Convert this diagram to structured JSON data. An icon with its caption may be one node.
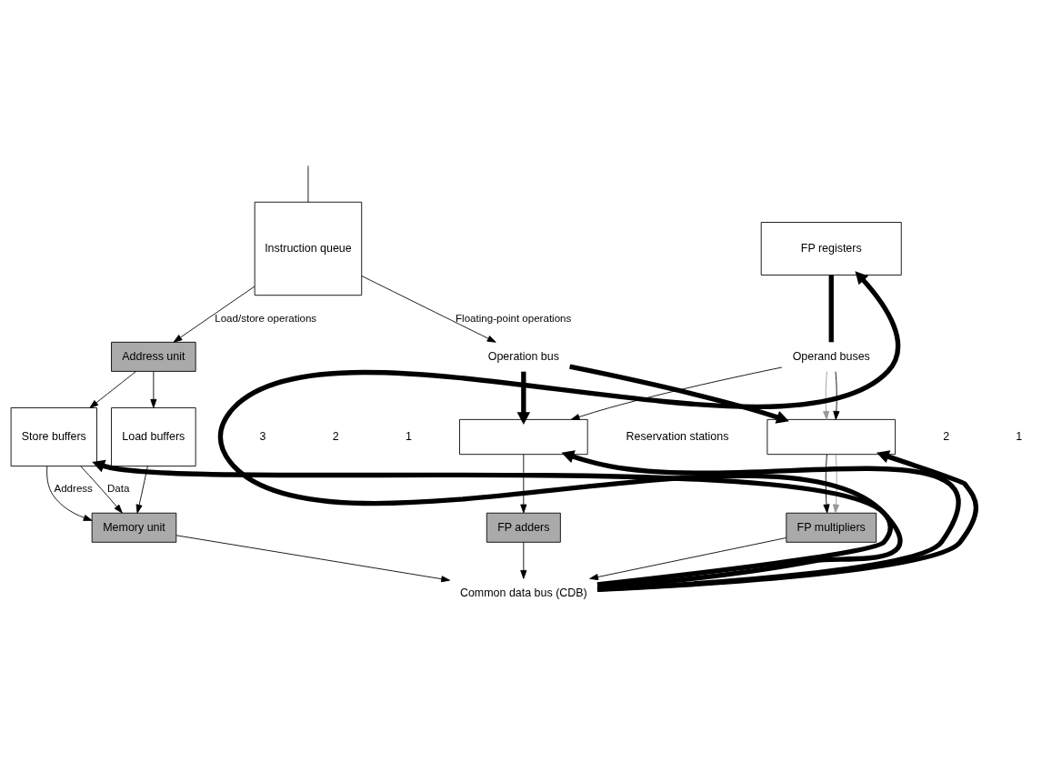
{
  "diagram": {
    "nodes": [
      {
        "text": [
          "Instruction queue"
        ]
      },
      {
        "text": [
          "FP registers"
        ]
      },
      {
        "text": [
          "Address unit"
        ]
      },
      {
        "text": [
          "Store buffers"
        ]
      },
      {
        "text": [
          "Load buffers"
        ]
      },
      {
        "text": [
          "Memory unit"
        ]
      },
      {
        "text": [
          "Operation bus"
        ]
      },
      {
        "text": [
          "Operand buses"
        ]
      },
      {
        "text": [],
        "shape": "box"
      },
      {
        "text": [],
        "shape": "box"
      },
      {
        "text": [
          "FP adders"
        ]
      },
      {
        "text": [
          "FP multipliers"
        ]
      },
      {
        "text": [
          "Common data bus (CDB)"
        ]
      }
    ],
    "edges": [
      {
        "from": null,
        "to": 0,
        "arrow": "none"
      },
      {
        "from": 0,
        "to": 2,
        "arrow": "to",
        "label": "Load/store operations"
      },
      {
        "from": 0,
        "to": 6,
        "arrow": "to",
        "label": "Floating-point operations"
      },
      {
        "from": 2,
        "to": 3,
        "arrow": "to"
      },
      {
        "from": 2,
        "to": 4,
        "arrow": "to"
      },
      {
        "from": 1,
        "to": 7,
        "arrow": "none",
        "style": "thick"
      },
      {
        "from": 6,
        "to": 8,
        "arrow": "to",
        "style": "thick"
      },
      {
        "from": 6,
        "to": 9,
        "arrow": "to",
        "style": "thick"
      },
      {
        "from": 7,
        "to": 8,
        "arrow": "to"
      },
      {
        "from": 7,
        "to": 9,
        "arrow": "to",
        "color": "#999999"
      },
      {
        "from": 7,
        "to": 9,
        "arrow": "to"
      },
      {
        "from": 3,
        "to": 5,
        "arrow": "to",
        "label": "Data"
      },
      {
        "from": 3,
        "to": 5,
        "arrow": "to",
        "label": "Address"
      },
      {
        "from": 4,
        "to": 5,
        "arrow": "to"
      },
      {
        "from": 8,
        "to": 10,
        "arrow": "to"
      },
      {
        "from": 9,
        "to": 11,
        "arrow": "to"
      },
      {
        "from": 9,
        "to": 11,
        "arrow": "to",
        "color": "#999999"
      },
      {
        "from": 5,
        "to": 12,
        "arrow": "to"
      },
      {
        "from": 10,
        "to": 12,
        "arrow": "to"
      },
      {
        "from": 11,
        "to": 12,
        "arrow": "to"
      },
      {
        "from": 12,
        "to": 1,
        "arrow": "to",
        "style": "thick"
      },
      {
        "from": 12,
        "to": 3,
        "arrow": "to",
        "style": "thick"
      },
      {
        "from": 12,
        "to": 8,
        "arrow": "to",
        "style": "thick"
      },
      {
        "from": 12,
        "to": 9,
        "arrow": "to",
        "style": "thick"
      }
    ],
    "labels": [
      "3",
      "2",
      "1",
      "Reservation stations",
      "2",
      "1"
    ]
  }
}
